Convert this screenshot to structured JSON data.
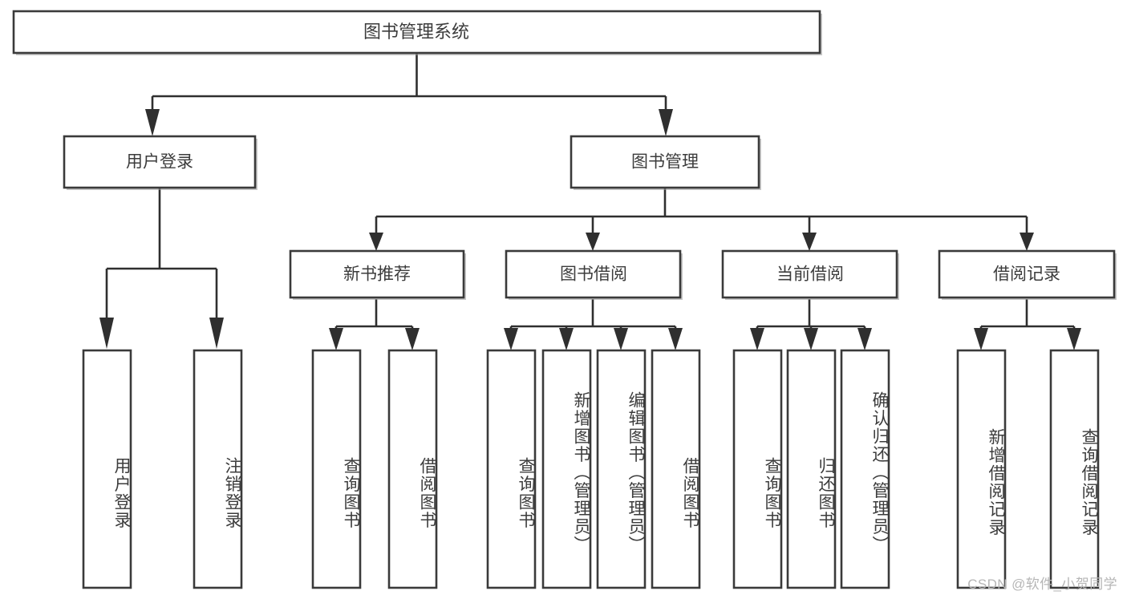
{
  "diagram": {
    "type": "tree-hierarchy-chart",
    "title": "图书管理系统",
    "watermark": "CSDN @软件_小贺同学",
    "colors": {
      "box_fill": "#ffffff",
      "box_stroke": "#3a3a3a",
      "connector": "#2f2f2f",
      "text": "#3c3c3c",
      "watermark": "#b6b6b6"
    },
    "levels": {
      "root": {
        "label": "图书管理系统"
      },
      "level2": [
        {
          "label": "用户登录"
        },
        {
          "label": "图书管理"
        }
      ],
      "level3": [
        {
          "label": "新书推荐"
        },
        {
          "label": "图书借阅"
        },
        {
          "label": "当前借阅"
        },
        {
          "label": "借阅记录"
        }
      ],
      "leaves": {
        "user_login": [
          {
            "label": "用户登录"
          },
          {
            "label": "注销登录"
          }
        ],
        "new_book_recommend": [
          {
            "label": "查询图书"
          },
          {
            "label": "借阅图书"
          }
        ],
        "book_borrow": [
          {
            "label": "查询图书"
          },
          {
            "label": "新增图书（管理员）"
          },
          {
            "label": "编辑图书（管理员）"
          },
          {
            "label": "借阅图书"
          }
        ],
        "current_borrow": [
          {
            "label": "查询图书"
          },
          {
            "label": "归还图书"
          },
          {
            "label": "确认归还（管理员）"
          }
        ],
        "borrow_record": [
          {
            "label": "新增借阅记录"
          },
          {
            "label": "查询借阅记录"
          }
        ]
      }
    }
  }
}
